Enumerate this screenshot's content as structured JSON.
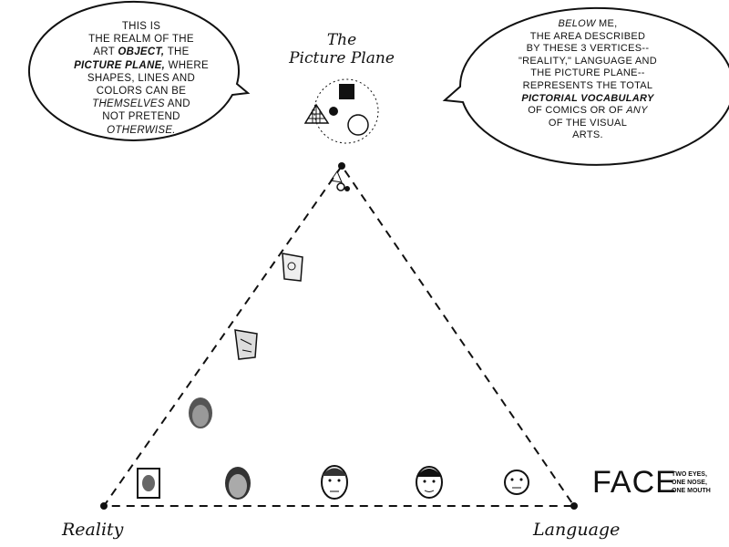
{
  "left_bubble": {
    "lines": [
      "THIS IS",
      "THE REALM OF THE"
    ],
    "line3_pre": "ART ",
    "line3_em": "OBJECT,",
    "line3_post": " THE",
    "line4_em": "PICTURE PLANE,",
    "line4_post": " WHERE",
    "line5": "SHAPES, LINES AND",
    "line6": "COLORS CAN BE",
    "line7_em": "THEMSELVES",
    "line7_post": " AND",
    "line8": "NOT PRETEND",
    "line9_em": "OTHERWISE."
  },
  "right_bubble": {
    "line1_em": "BELOW",
    "line1_post": " ME,",
    "line2": "THE AREA DESCRIBED",
    "line3": "BY THESE 3 VERTICES--",
    "line4": "\"REALITY,\" LANGUAGE AND",
    "line5": "THE PICTURE PLANE--",
    "line6": "REPRESENTS THE TOTAL",
    "line7_em": "PICTORIAL VOCABULARY",
    "line8_pre": "OF COMICS OR OF ",
    "line8_em": "ANY",
    "line9": "OF THE VISUAL",
    "line10": "ARTS."
  },
  "vertices": {
    "top_line1": "The",
    "top_line2": "Picture Plane",
    "left": "Reality",
    "right": "Language"
  },
  "face_label": "FACE",
  "face_note": [
    "TWO EYES,",
    "ONE NOSE,",
    "ONE MOUTH"
  ]
}
